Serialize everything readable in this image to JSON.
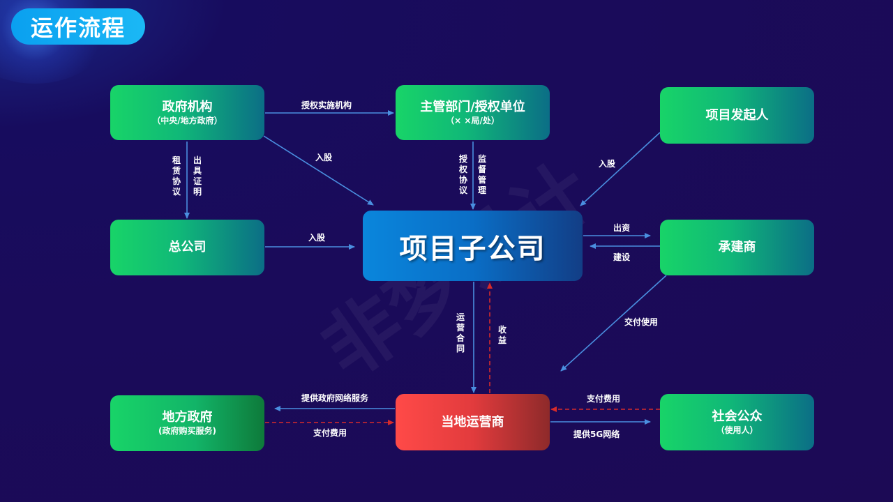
{
  "header": {
    "title": "运作流程"
  },
  "watermark": "非梦设计",
  "nodes": {
    "gov": {
      "title": "政府机构",
      "sub": "（中央/地方政府）"
    },
    "authority": {
      "title": "主管部门/授权单位",
      "sub": "（× ×局/处）"
    },
    "sponsor": {
      "title": "项目发起人"
    },
    "hq": {
      "title": "总公司"
    },
    "subsidiary": {
      "title": "项目子公司"
    },
    "contractor": {
      "title": "承建商"
    },
    "local_gov": {
      "title": "地方政府",
      "sub": "(政府购买服务)"
    },
    "operator": {
      "title": "当地运营商"
    },
    "public": {
      "title": "社会公众",
      "sub": "（使用人）"
    }
  },
  "edges": {
    "gov_to_authority": "授权实施机构",
    "gov_to_sub": "入股",
    "gov_to_hq_a": "租赁协议",
    "gov_to_hq_b": "出具证明",
    "auth_to_sub_a": "授权协议",
    "auth_to_sub_b": "监督管理",
    "sponsor_to_sub": "入股",
    "hq_to_sub": "入股",
    "sub_to_contractor": "出资",
    "contractor_to_sub": "建设",
    "contractor_delivery": "交付使用",
    "sub_to_operator": "运营合同",
    "operator_to_sub": "收益",
    "operator_to_localgov": "提供政府网络服务",
    "localgov_to_operator": "支付费用",
    "public_to_operator": "支付费用",
    "operator_to_public": "提供5G网络"
  },
  "colors": {
    "line": "#4a8fe0",
    "dashed": "#d62b2b",
    "accent": "#1ab2f2"
  }
}
